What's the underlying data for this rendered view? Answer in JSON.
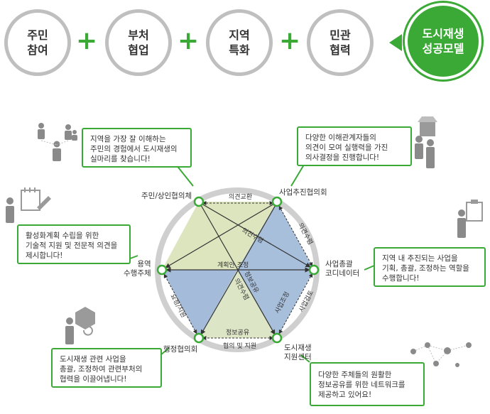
{
  "top_row": {
    "items": [
      {
        "line1": "주민",
        "line2": "참여"
      },
      {
        "line1": "부처",
        "line2": "협업"
      },
      {
        "line1": "지역",
        "line2": "특화"
      },
      {
        "line1": "민관",
        "line2": "협력"
      }
    ],
    "result": {
      "line1": "도시재생",
      "line2": "성공모델"
    },
    "plus_symbol": "+"
  },
  "nodes": {
    "residents": {
      "line1": "주민/상인협의체"
    },
    "business_council": {
      "line1": "사업추진협의회"
    },
    "coordinator": {
      "line1": "사업총괄",
      "line2": "코디네이터"
    },
    "support_center": {
      "line1": "도시재생",
      "line2": "지원센터"
    },
    "admin_council": {
      "line1": "행정협의회"
    },
    "service_org": {
      "line1": "용역",
      "line2": "수행주체"
    }
  },
  "edge_labels": {
    "opinion_exchange": "의견교환",
    "opinion_collect": "의견수렴",
    "opinion_collect_right": "의견수렴",
    "plan_adjust": "계획안 조정",
    "info_share_diag": "정보공유",
    "opinion_collect_diag": "의견수렴",
    "request_support": "요청/지원",
    "info_share_bottom": "정보공유",
    "consult_support": "협의 및 지원",
    "business_adjust": "사업조정",
    "business_review": "사업검토"
  },
  "callouts": {
    "residents": {
      "line1": "지역을 가장 잘 이해하는",
      "line2": "주민의 경험에서 도시재생의",
      "line3": "실마리를 찾습니다!"
    },
    "business_council": {
      "line1": "다양한 이해관계자들의",
      "line2": "의견이 모여 실행력을 가진",
      "line3": "의사결정을 진행합니다!"
    },
    "service_org": {
      "line1": "활성화계획 수립을 위한",
      "line2": "기술적 지원 및 전문적 의견을",
      "line3": "제시합니다!"
    },
    "coordinator": {
      "line1": "지역 내 추진되는 사업을",
      "line2": "기획, 총괄, 조정하는 역할을",
      "line3": "수행합니다!"
    },
    "admin_council": {
      "line1": "도시재생 관련 사업을",
      "line2": "총괄, 조정하여 관련부처의",
      "line3": "협력을 이끌어냅니다!"
    },
    "support_center": {
      "line1": "다양한 주체들의 원활한",
      "line2": "정보공유를 위한 네트워크를",
      "line3": "제공하고 있어요!"
    }
  },
  "colors": {
    "green": "#3aa935",
    "ring_gray": "#cfcfcf",
    "blue_region": "#9fb8d8",
    "olive_region": "#d9e2b8",
    "icon_gray": "#8a8a8a"
  }
}
